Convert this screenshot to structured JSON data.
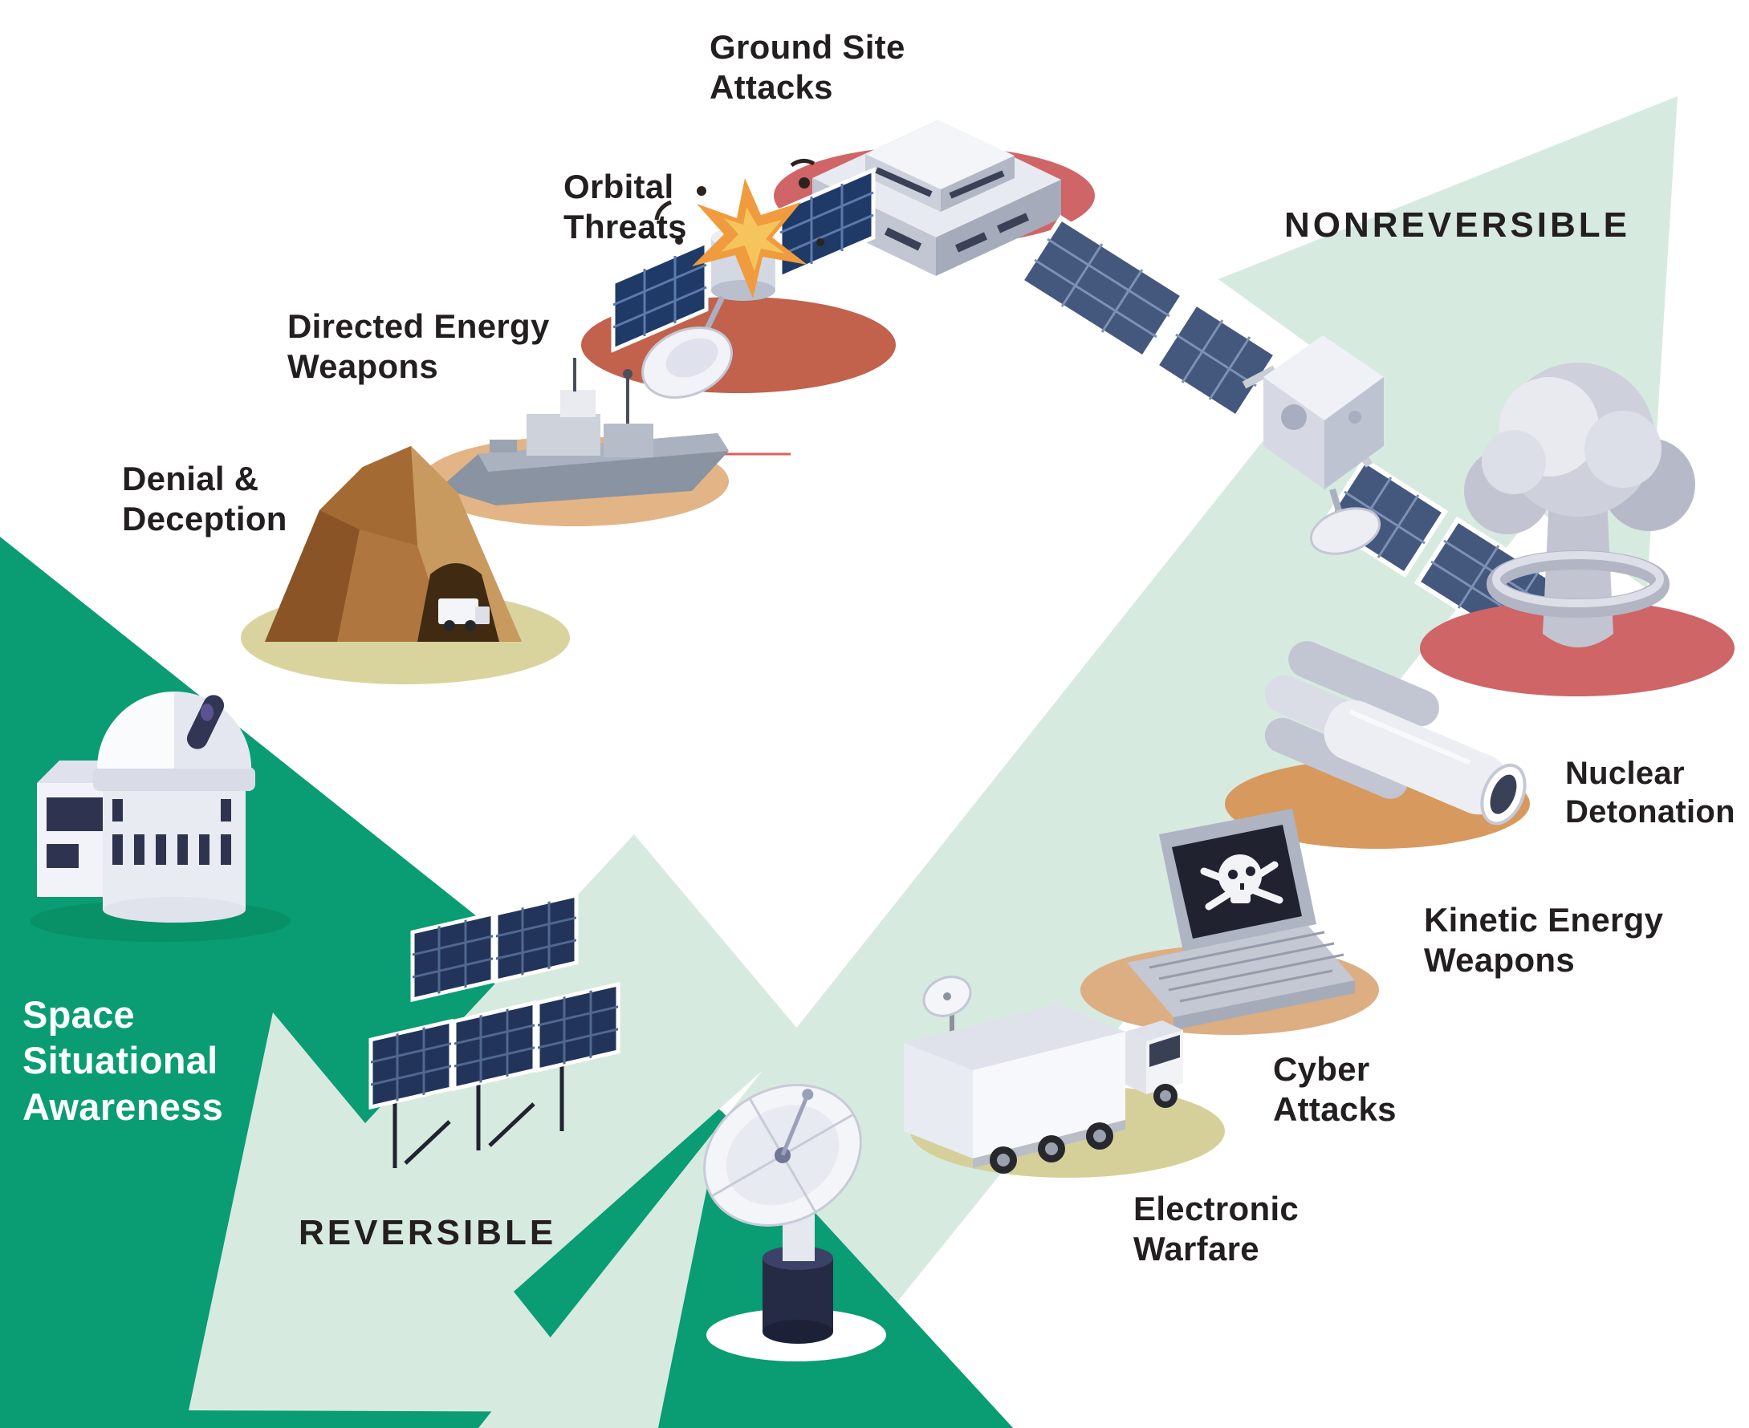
{
  "spectrum": {
    "reversible_label": "REVERSIBLE",
    "nonreversible_label": "NONREVERSIBLE"
  },
  "ssa": {
    "lines": [
      "Space",
      "Situational",
      "Awareness"
    ]
  },
  "threats": [
    {
      "id": "denial-deception",
      "lines": [
        "Denial &",
        "Deception"
      ]
    },
    {
      "id": "directed-energy-weapons",
      "lines": [
        "Directed Energy",
        "Weapons"
      ]
    },
    {
      "id": "orbital-threats",
      "lines": [
        "Orbital",
        "Threats"
      ]
    },
    {
      "id": "ground-site-attacks",
      "lines": [
        "Ground Site",
        "Attacks"
      ]
    },
    {
      "id": "nuclear-detonation",
      "lines": [
        "Nuclear",
        "Detonation"
      ]
    },
    {
      "id": "kinetic-energy-weapons",
      "lines": [
        "Kinetic Energy",
        "Weapons"
      ]
    },
    {
      "id": "cyber-attacks",
      "lines": [
        "Cyber",
        "Attacks"
      ]
    },
    {
      "id": "electronic-warfare",
      "lines": [
        "Electronic",
        "Warfare"
      ]
    }
  ],
  "colors": {
    "reversible_green": "#0a9c73",
    "arrow_mint": "#d7eae0",
    "label_dark": "#231f20",
    "label_white": "#ffffff",
    "ellipse_red": "#cf6566",
    "ellipse_salmon": "#c2614c",
    "ellipse_tan": "#e3b486",
    "ellipse_orange": "#d8995e",
    "ellipse_olive": "#d5d09a",
    "solar_panel_blue": "#223459"
  }
}
